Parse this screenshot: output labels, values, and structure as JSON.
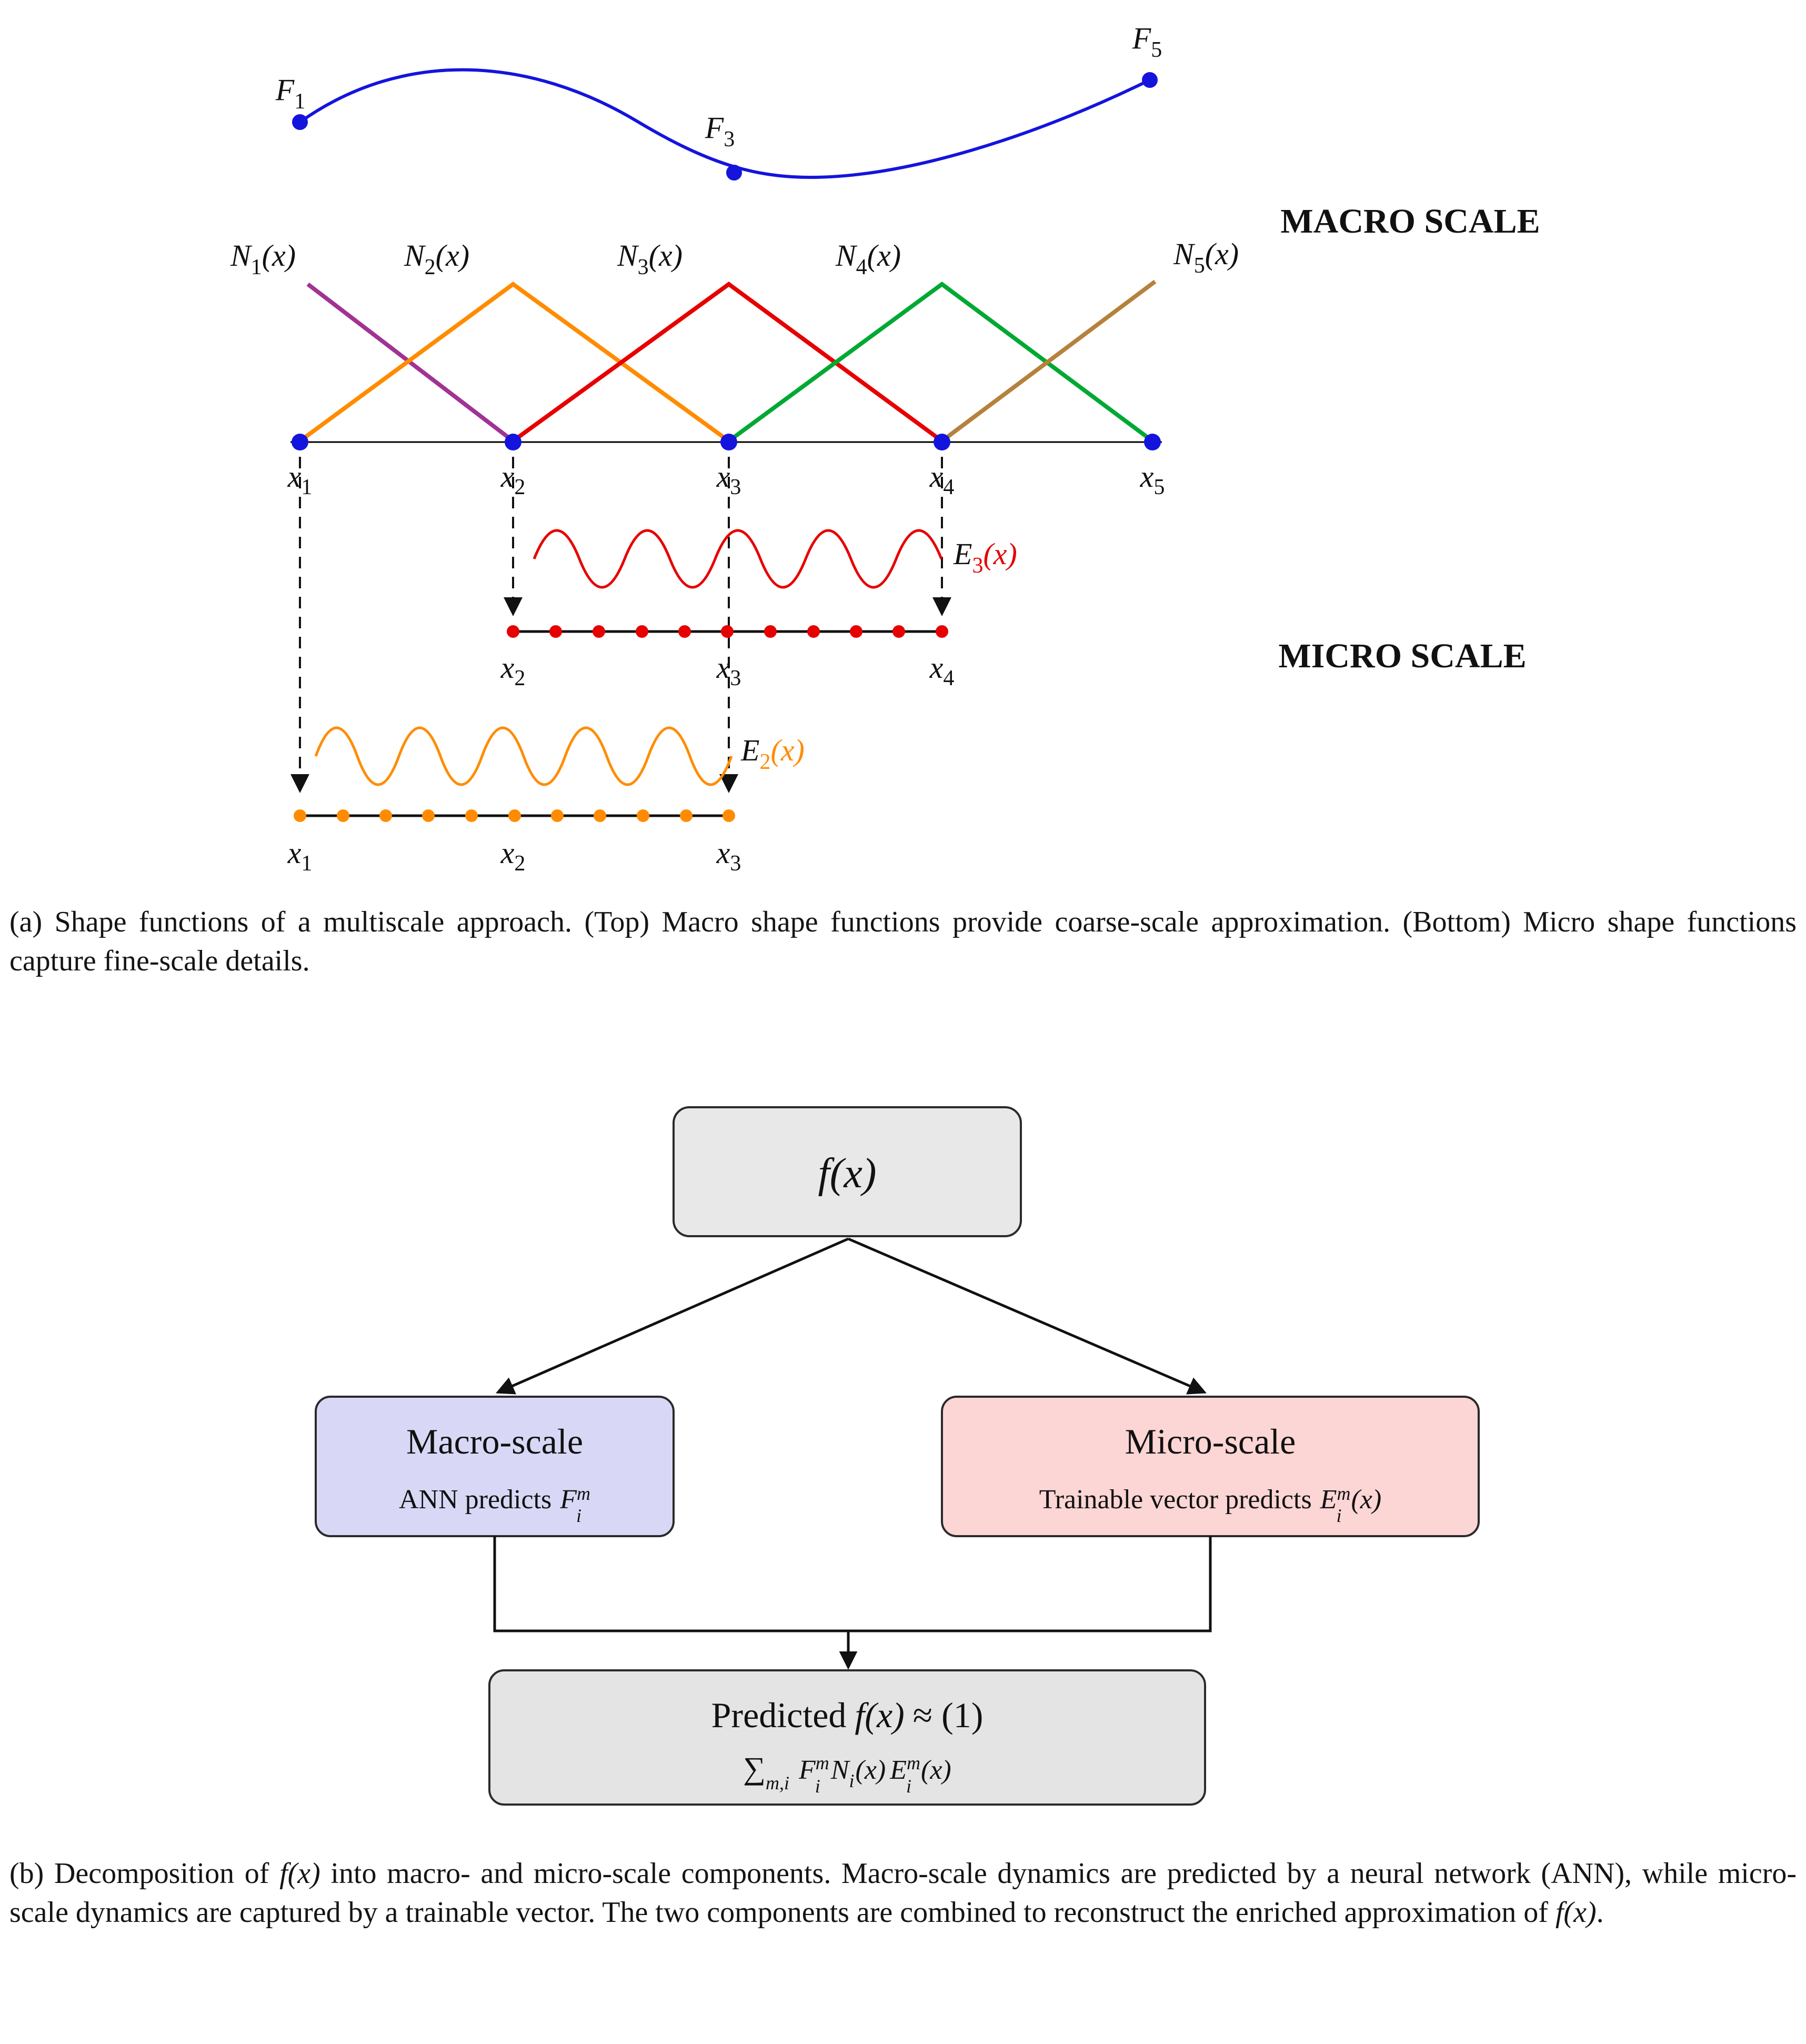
{
  "figure": {
    "panel_a": {
      "macro_scale_label": "MACRO SCALE",
      "micro_scale_label": "MICRO SCALE",
      "f_points": [
        {
          "base": "F",
          "sub": "1"
        },
        {
          "base": "F",
          "sub": "3"
        },
        {
          "base": "F",
          "sub": "5"
        }
      ],
      "shape_functions": [
        {
          "base": "N",
          "sub": "1",
          "arg": "(x)"
        },
        {
          "base": "N",
          "sub": "2",
          "arg": "(x)"
        },
        {
          "base": "N",
          "sub": "3",
          "arg": "(x)"
        },
        {
          "base": "N",
          "sub": "4",
          "arg": "(x)"
        },
        {
          "base": "N",
          "sub": "5",
          "arg": "(x)"
        }
      ],
      "macro_nodes": [
        {
          "base": "x",
          "sub": "1"
        },
        {
          "base": "x",
          "sub": "2"
        },
        {
          "base": "x",
          "sub": "3"
        },
        {
          "base": "x",
          "sub": "4"
        },
        {
          "base": "x",
          "sub": "5"
        }
      ],
      "e3_label": {
        "base": "E",
        "sub": "3",
        "arg": "(x)"
      },
      "e3_nodes": [
        {
          "base": "x",
          "sub": "2"
        },
        {
          "base": "x",
          "sub": "3"
        },
        {
          "base": "x",
          "sub": "4"
        }
      ],
      "e2_label": {
        "base": "E",
        "sub": "2",
        "arg": "(x)"
      },
      "e2_nodes": [
        {
          "base": "x",
          "sub": "1"
        },
        {
          "base": "x",
          "sub": "2"
        },
        {
          "base": "x",
          "sub": "3"
        }
      ],
      "caption": "(a) Shape functions of a multiscale approach. (Top) Macro shape functions provide coarse-scale approximation. (Bottom) Micro shape functions capture fine-scale details."
    },
    "panel_b": {
      "fx_box": {
        "label": "f(x)"
      },
      "macro_box": {
        "title": "Macro-scale",
        "subtitle_prefix": "ANN predicts",
        "var": "F",
        "sup": "m",
        "sub": "i"
      },
      "micro_box": {
        "title": "Micro-scale",
        "subtitle_prefix": "Trainable vector predicts",
        "var": "E",
        "sup": "m",
        "sub": "i",
        "arg": "(x)"
      },
      "result_box": {
        "title_prefix": "Predicted",
        "title_math": "f(x)",
        "title_suffix": "≈ (1)",
        "formula": {
          "sum": "∑",
          "sum_sub": "m,i",
          "t1": "F",
          "t1_sup": "m",
          "t1_sub": "i",
          "t2": "N",
          "t2_sub": "i",
          "t2_arg": "(x)",
          "t3": "E",
          "t3_sup": "m",
          "t3_sub": "i",
          "t3_arg": "(x)"
        }
      },
      "caption_parts": {
        "p1": "(b) Decomposition of ",
        "fx1": "f(x)",
        "p2": " into macro- and micro-scale components. Macro-scale dynamics are predicted by a neural network (ANN), while micro-scale dynamics are captured by a trainable vector. The two components are combined to reconstruct the enriched approximation of ",
        "fx2": "f(x)",
        "p3": "."
      }
    },
    "colors": {
      "macro_blue": "#1414dd",
      "n1_purple": "#a03393",
      "n2_orange": "#ff8c00",
      "n3_red": "#e60000",
      "n4_green": "#00a933",
      "n5_brown": "#b5823c",
      "micro_orange_red": "#ff4500",
      "macro_box_fill": "#d8d8f6",
      "micro_box_fill": "#fcd5d5",
      "neutral_box_fill": "#e8e8e8"
    }
  }
}
